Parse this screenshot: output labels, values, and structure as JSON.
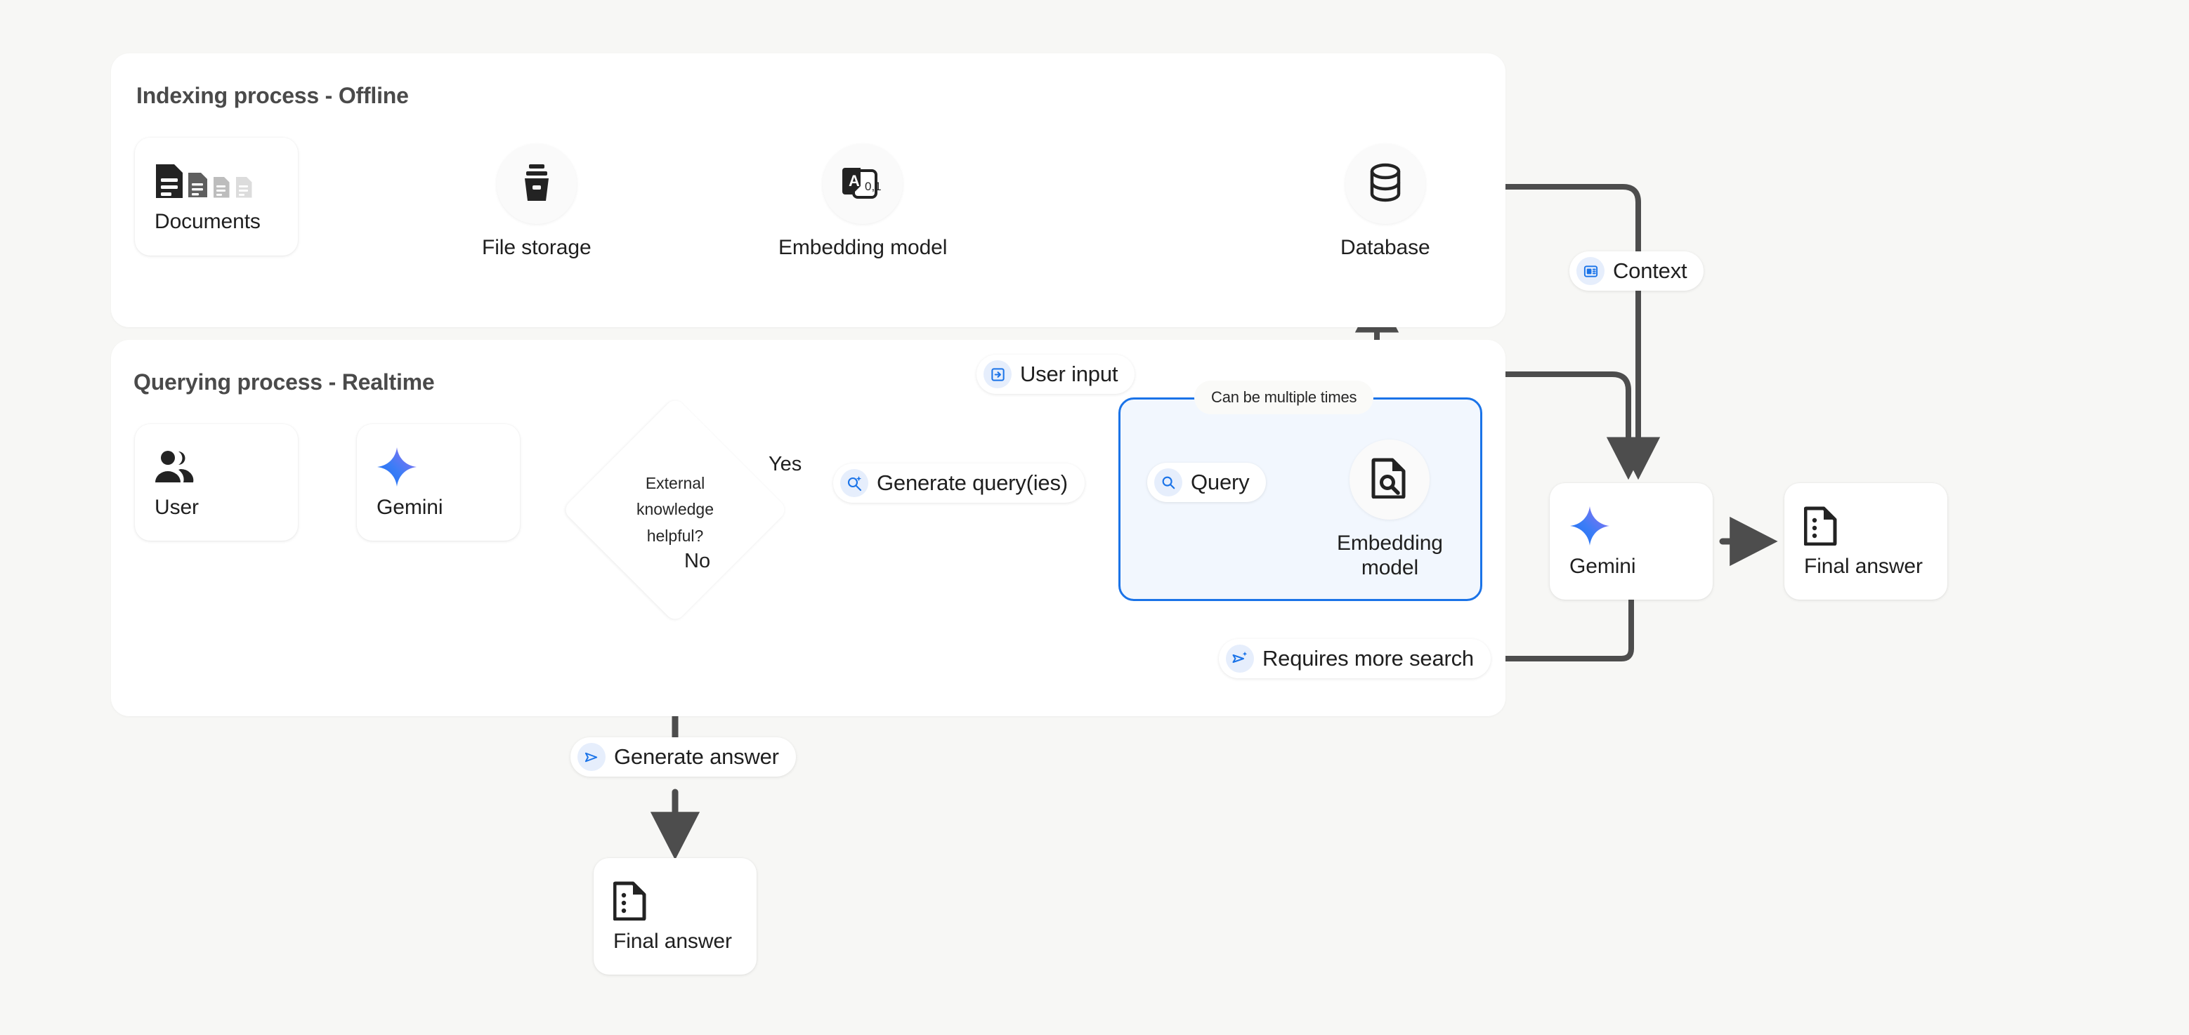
{
  "page": {
    "background": "#f7f7f5",
    "accent_blue": "#1a73e8",
    "arrow_gray": "#4d4d4d"
  },
  "panels": {
    "indexing": {
      "title": "Indexing process - Offline"
    },
    "querying": {
      "title": "Querying process - Realtime"
    }
  },
  "indexing": {
    "documents": {
      "label": "Documents",
      "icon": "documents-icon"
    },
    "file_storage": {
      "label": "File storage",
      "icon": "file-storage-icon"
    },
    "embedding_model": {
      "label": "Embedding model",
      "icon": "embedding-model-icon"
    },
    "database": {
      "label": "Database",
      "icon": "database-icon"
    }
  },
  "querying": {
    "user": {
      "label": "User",
      "icon": "user-icon"
    },
    "gemini": {
      "label": "Gemini",
      "icon": "gemini-sparkle-icon"
    },
    "decision": {
      "label": "External\nknowledge\nhelpful?"
    },
    "yes_label": "Yes",
    "no_label": "No",
    "generate_queries": {
      "label": "Generate query(ies)",
      "icon": "search-sparkle-icon"
    },
    "loop": {
      "note": "Can be multiple times",
      "query": {
        "label": "Query",
        "icon": "search-icon"
      },
      "embedding_model": {
        "label": "Embedding\nmodel",
        "icon": "document-search-icon"
      }
    },
    "user_input": {
      "label": "User input",
      "icon": "input-arrow-icon"
    },
    "requires_more_search": {
      "label": "Requires more search",
      "icon": "send-sparkle-icon"
    },
    "context": {
      "label": "Context",
      "icon": "context-card-icon"
    },
    "gemini_right": {
      "label": "Gemini",
      "icon": "gemini-sparkle-icon"
    },
    "final_answer_right": {
      "label": "Final answer",
      "icon": "final-answer-icon"
    },
    "generate_answer": {
      "label": "Generate answer",
      "icon": "send-icon"
    },
    "final_answer_bottom": {
      "label": "Final answer",
      "icon": "final-answer-icon"
    }
  }
}
